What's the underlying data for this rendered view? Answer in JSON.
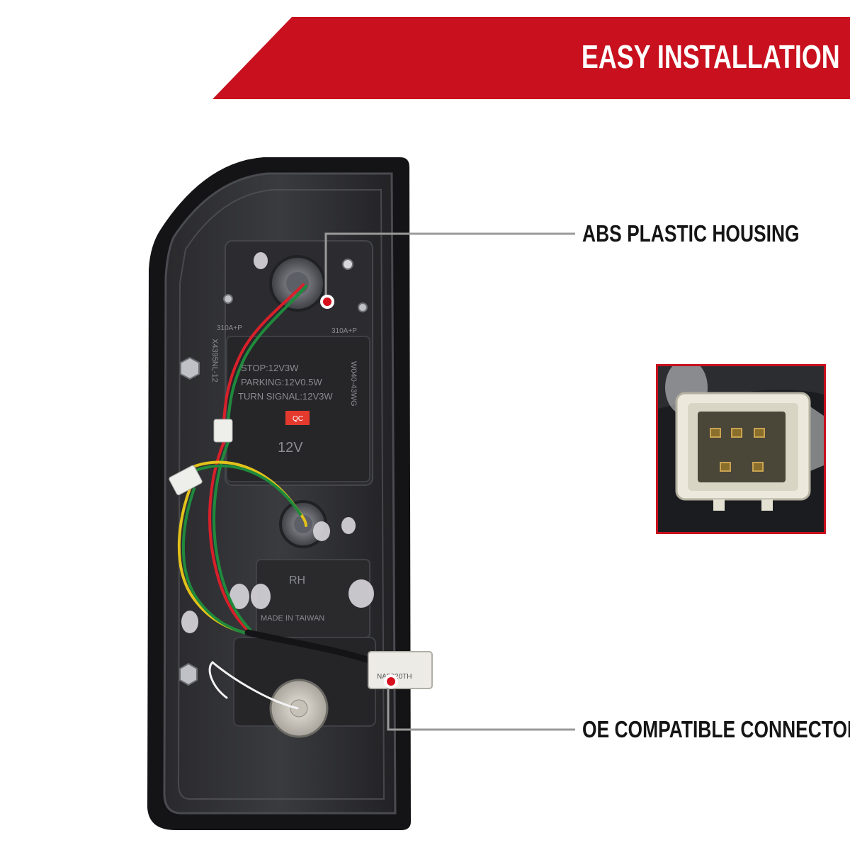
{
  "banner": {
    "title": "EASY INSTALLATION"
  },
  "callouts": [
    {
      "label": "ABS PLASTIC HOUSING"
    },
    {
      "label": "OE COMPATIBLE CONNECTOR"
    }
  ],
  "housing_text": {
    "stop": "STOP:12V3W",
    "parking": "PARKING:12V0.5W",
    "turn": "TURN SIGNAL:12V3W",
    "voltage": "12V",
    "code_top_left": "310A+P",
    "code_top_right": "310A+P",
    "side_left": "X4395NL-12",
    "side_right": "W040-43WG",
    "rh": "RH",
    "made_in": "MADE IN TAIWAN",
    "qc": "QC",
    "connector_code": "NA5920TH"
  },
  "colors": {
    "accent": "#c8101e",
    "housing": "#1d1d1f",
    "wire_red": "#d8202a",
    "wire_green": "#1f8a3c",
    "wire_yellow": "#e2c21a",
    "wire_white": "#f2f2f2"
  }
}
